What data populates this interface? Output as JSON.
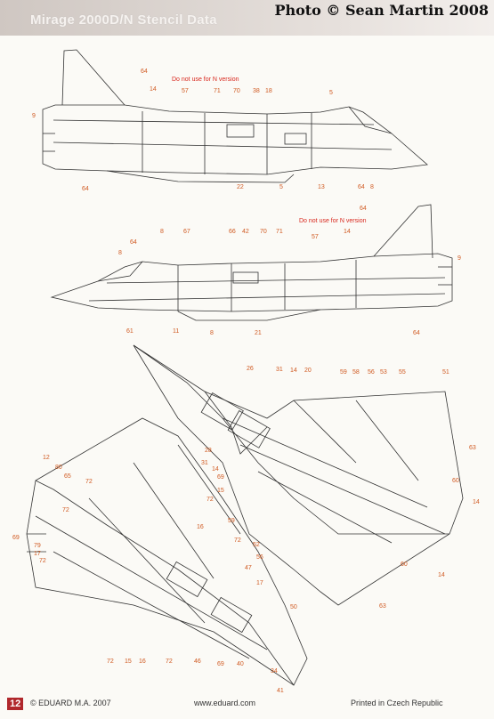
{
  "header": {
    "title": "Mirage 2000D/N Stencil Data",
    "watermark": "Photo © Sean Martin 2008"
  },
  "side_view_1": {
    "note": "Do not use for N version",
    "callouts": [
      "64",
      "14",
      "57",
      "71",
      "70",
      "38",
      "18",
      "5",
      "9",
      "64",
      "22",
      "5",
      "13",
      "64",
      "8"
    ]
  },
  "side_view_2": {
    "note": "Do not use for N version",
    "callouts": [
      "64",
      "42",
      "70",
      "71",
      "57",
      "14",
      "8",
      "67",
      "66",
      "64",
      "9",
      "8",
      "61",
      "11",
      "8",
      "21",
      "64"
    ]
  },
  "top_view": {
    "callouts": [
      "26",
      "31",
      "14",
      "20",
      "59",
      "58",
      "56",
      "53",
      "55",
      "51",
      "28",
      "31",
      "14",
      "69",
      "15",
      "63",
      "60",
      "59",
      "52",
      "56",
      "60",
      "50",
      "63",
      "14",
      "14"
    ]
  },
  "bottom_view": {
    "callouts": [
      "12",
      "80",
      "65",
      "72",
      "72",
      "69",
      "79",
      "17",
      "72",
      "72",
      "16",
      "72",
      "47",
      "17",
      "72",
      "15",
      "16",
      "72",
      "46",
      "69",
      "40",
      "34",
      "41"
    ]
  },
  "footer": {
    "page_number": "12",
    "copyright": "© EDUARD M.A. 2007",
    "website": "www.eduard.com",
    "printed": "Printed in Czech Republic"
  },
  "colors": {
    "callout": "#d05a22",
    "line": "#333333",
    "page_badge": "#b0282c"
  }
}
